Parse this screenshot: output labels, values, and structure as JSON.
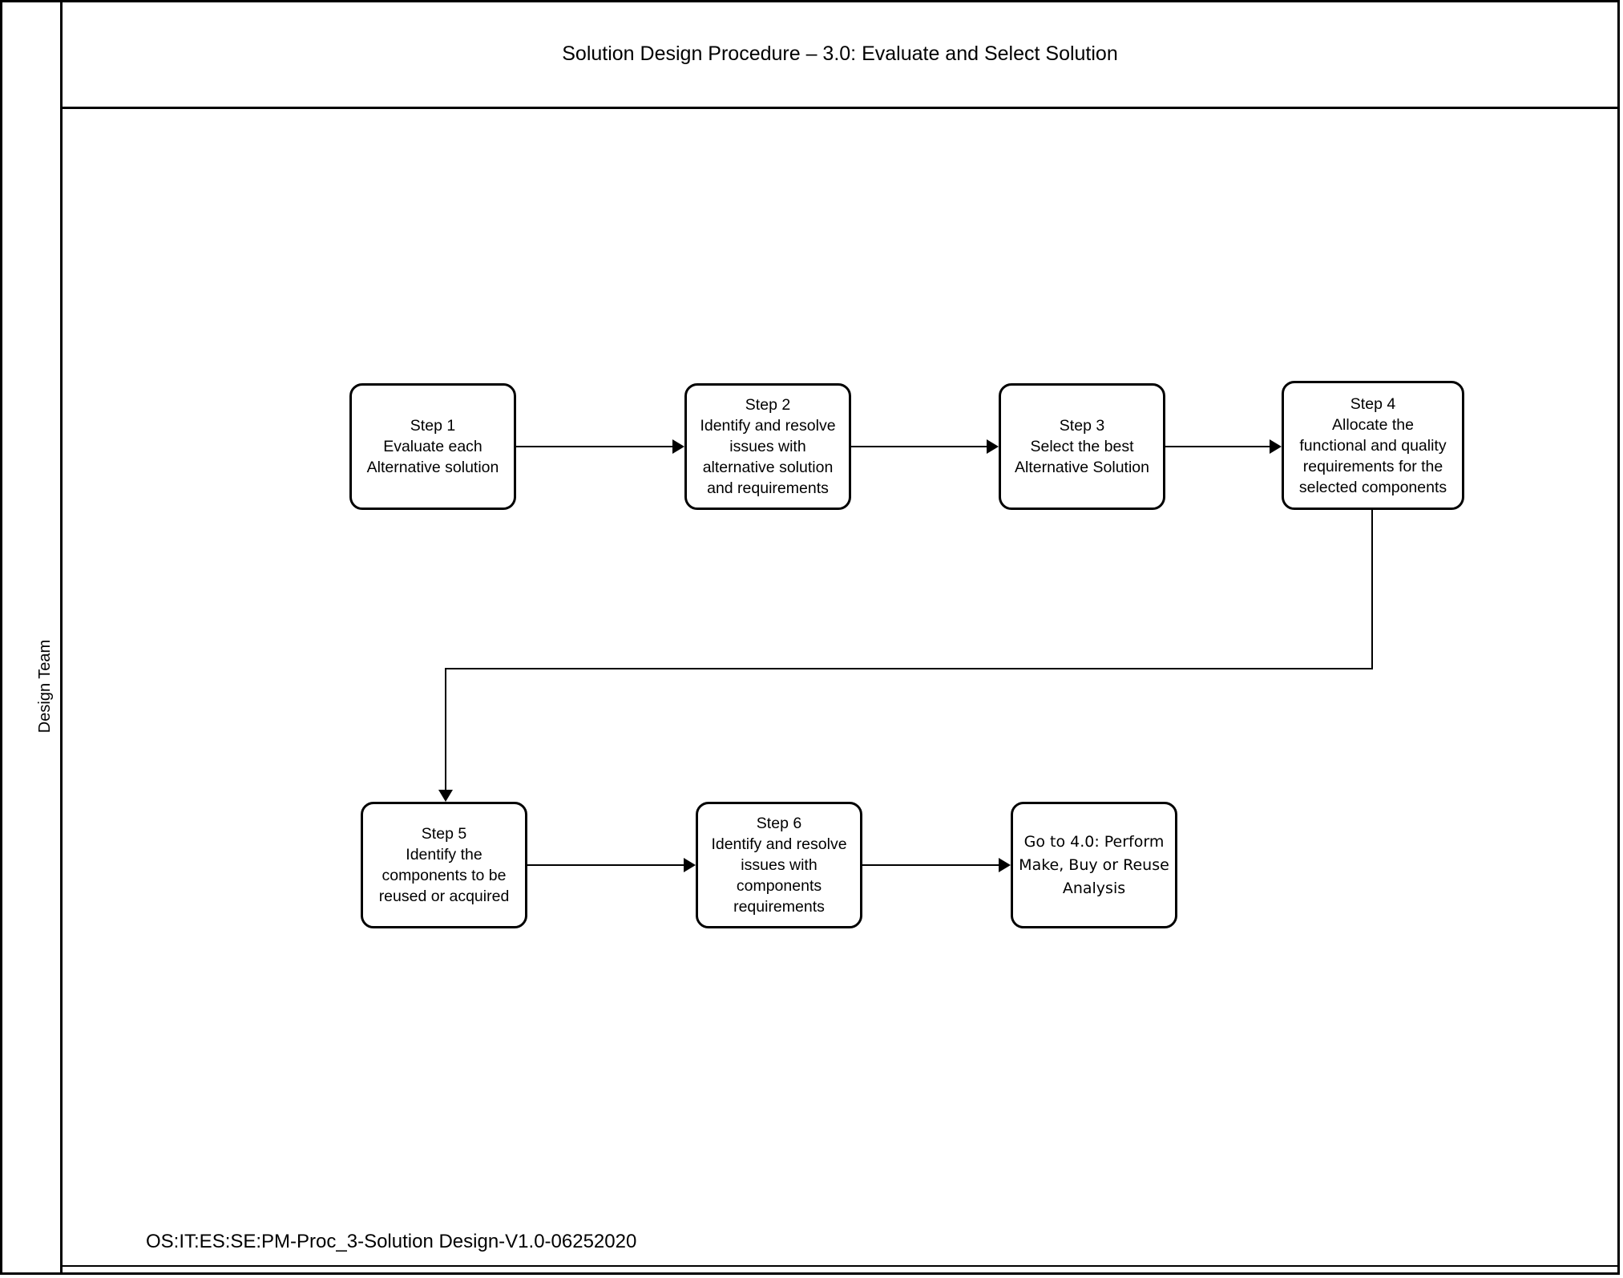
{
  "header": {
    "title": "Solution Design Procedure – 3.0: Evaluate and Select Solution"
  },
  "swimlane": {
    "label": "Design Team"
  },
  "footer": {
    "document_id": "OS:IT:ES:SE:PM-Proc_3-Solution Design-V1.0-06252020"
  },
  "flowchart": {
    "type": "process-flow",
    "nodes": [
      {
        "id": "step1",
        "shape": "rounded-rectangle",
        "text": "Step 1\nEvaluate each\nAlternative solution"
      },
      {
        "id": "step2",
        "shape": "rounded-rectangle",
        "text": "Step 2\nIdentify and resolve\nissues with\nalternative solution\nand requirements"
      },
      {
        "id": "step3",
        "shape": "rounded-rectangle",
        "text": "Step 3\nSelect the best\nAlternative Solution"
      },
      {
        "id": "step4",
        "shape": "rounded-rectangle",
        "text": "Step 4\nAllocate the\nfunctional and quality\nrequirements for the\nselected components"
      },
      {
        "id": "step5",
        "shape": "rounded-rectangle",
        "text": "Step 5\nIdentify the\ncomponents to be\nreused or acquired"
      },
      {
        "id": "step6",
        "shape": "rounded-rectangle",
        "text": "Step 6\nIdentify and resolve\nissues with\ncomponents\nrequirements"
      },
      {
        "id": "goto40",
        "shape": "rounded-rectangle",
        "text": "Go to 4.0: Perform\nMake, Buy or Reuse\nAnalysis"
      }
    ],
    "edges": [
      {
        "from": "step1",
        "to": "step2",
        "style": "straight-arrow-right"
      },
      {
        "from": "step2",
        "to": "step3",
        "style": "straight-arrow-right"
      },
      {
        "from": "step3",
        "to": "step4",
        "style": "straight-arrow-right"
      },
      {
        "from": "step4",
        "to": "step5",
        "style": "elbow-arrow-down"
      },
      {
        "from": "step5",
        "to": "step6",
        "style": "straight-arrow-right"
      },
      {
        "from": "step6",
        "to": "goto40",
        "style": "straight-arrow-right"
      }
    ]
  },
  "colors": {
    "stroke": "#000000",
    "fill": "#ffffff",
    "text": "#000000"
  }
}
